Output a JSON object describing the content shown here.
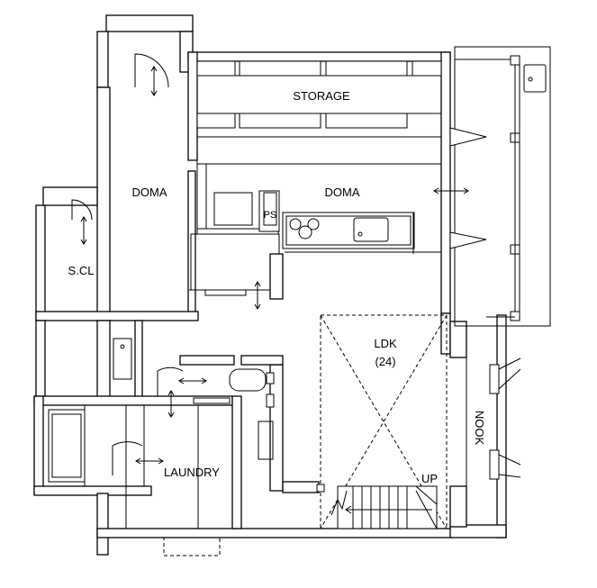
{
  "rooms": {
    "storage": "STORAGE",
    "doma_left": "DOMA",
    "doma_right": "DOMA",
    "ps": "PS",
    "scl": "S.CL",
    "ldk": "LDK",
    "ldk_size": "(24)",
    "nook": "NOOK",
    "laundry": "LAUNDRY",
    "up": "UP"
  }
}
